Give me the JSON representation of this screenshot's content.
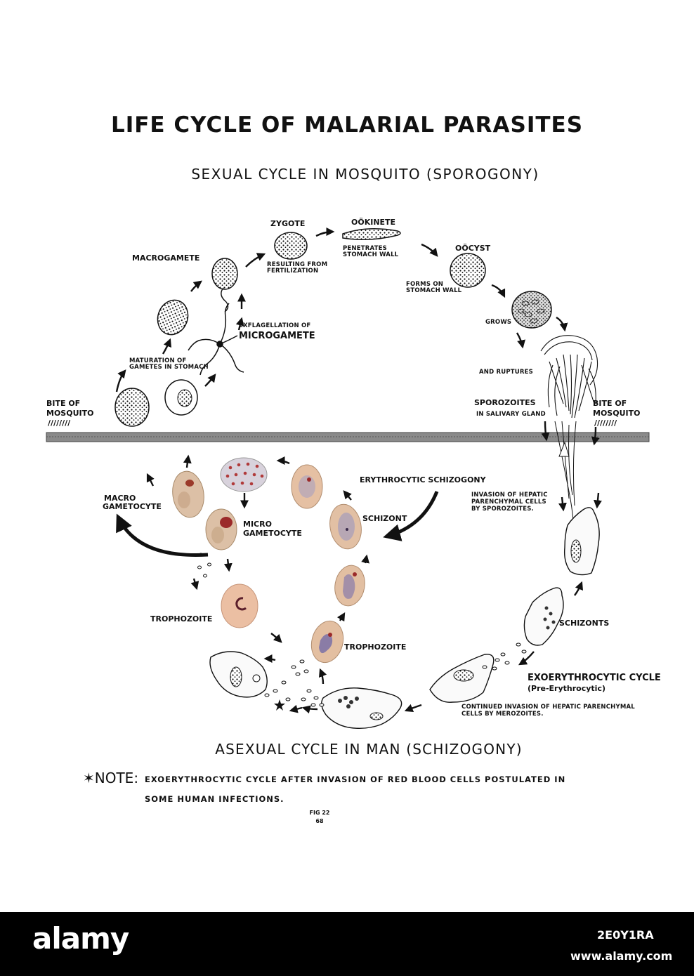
{
  "title": "LIFE CYCLE OF MALARIAL PARASITES",
  "subtitle": "SEXUAL CYCLE IN MOSQUITO (SPOROGONY)",
  "bottom_title": "ASEXUAL CYCLE IN MAN (SCHIZOGONY)",
  "labels": {
    "zygote": "ZYGOTE",
    "zygote_note1": "RESULTING FROM",
    "zygote_note2": "FERTILIZATION",
    "ookinete": "OÖKINETE",
    "ookinete_note1": "PENETRATES",
    "ookinete_note2": "STOMACH WALL",
    "oocyst": "OÖCYST",
    "oocyst_note1": "FORMS ON",
    "oocyst_note2": "STOMACH WALL",
    "grows": "GROWS",
    "ruptures": "AND RUPTURES",
    "macrogamete": "MACROGAMETE",
    "exflag": "EXFLAGELLATION OF",
    "microgamete": "MICROGAMETE",
    "maturation1": "MATURATION OF",
    "maturation2": "GAMETES IN STOMACH",
    "bite_left1": "BITE OF",
    "bite_left2": "MOSQUITO",
    "bite_right1": "BITE OF",
    "bite_right2": "MOSQUITO",
    "bite_hatch": "////////",
    "sporozoites": "SPOROZOITES",
    "salivary": "IN SALIVARY GLAND",
    "erythro": "ERYTHROCYTIC SCHIZOGONY",
    "invasion1": "INVASION OF HEPATIC",
    "invasion2": "PARENCHYMAL CELLS",
    "invasion3": "BY SPOROZOITES.",
    "macro1": "MACRO",
    "macro2": "GAMETOCYTE",
    "micro1": "MICRO",
    "micro2": "GAMETOCYTE",
    "schizont": "SCHIZONT",
    "trophozoite_left": "TROPHOZOITE",
    "trophozoite_right": "TROPHOZOITE",
    "schizonts": "SCHIZONTS",
    "exo1": "EXOERYTHROCYTIC CYCLE",
    "exo2": "(Pre-Erythrocytic)",
    "continued1": "CONTINUED INVASION OF HEPATIC PARENCHYMAL",
    "continued2": "CELLS BY MEROZOITES."
  },
  "note": {
    "head": "✶NOTE:",
    "line1": "EXOERYTHROCYTIC  CYCLE  AFTER  INVASION  OF  RED  BLOOD  CELLS  POSTULATED  IN",
    "line2": "SOME  HUMAN  INFECTIONS."
  },
  "fig": {
    "label": "FIG 22",
    "page": "68"
  },
  "watermark": {
    "brand": "alamy",
    "image_id": "2E0Y1RA",
    "url": "www.alamy.com"
  },
  "colors": {
    "rbc_pink": "#e7b79c",
    "nucleus_red": "#9b2a2a",
    "divider_gray": "#888888",
    "ink": "#111111"
  }
}
